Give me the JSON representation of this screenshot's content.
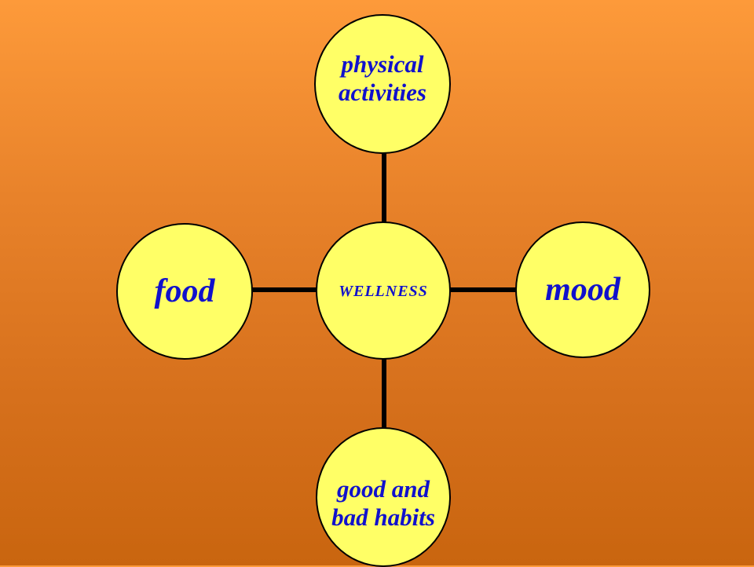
{
  "diagram": {
    "center": {
      "label": "WELLNESS"
    },
    "top": {
      "label": "physical\nactivities"
    },
    "right": {
      "label": "mood"
    },
    "bottom": {
      "label": "good and\nbad habits"
    },
    "left": {
      "label": "food"
    }
  },
  "colors": {
    "node_fill": "#ffff66",
    "node_text": "#1111cc",
    "node_border": "#000000",
    "connector": "#000000",
    "background_top": "#fd9a3a",
    "background_bottom": "#c9650f"
  }
}
